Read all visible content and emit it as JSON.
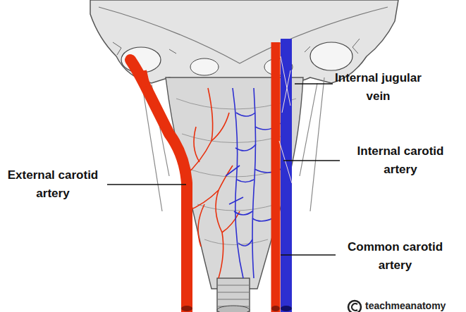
{
  "diagram": {
    "labels": [
      "Internal jugular vein",
      "Internal carotid artery",
      "External carotid artery",
      "Common carotid artery",
      "teachmeanatomy"
    ]
  }
}
